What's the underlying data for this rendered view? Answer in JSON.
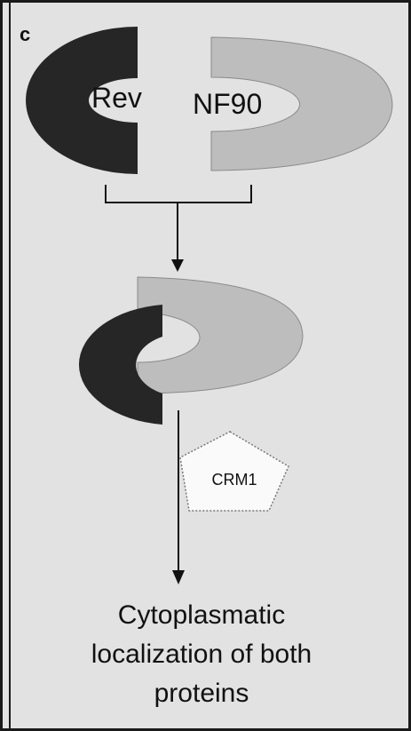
{
  "panel_letter": "c",
  "labels": {
    "rev": "Rev",
    "nf90": "NF90",
    "crm1": "CRM1",
    "outcome_line1": "Cytoplasmatic",
    "outcome_line2": "localization of both",
    "outcome_line3": "proteins"
  },
  "colors": {
    "background": "#e2e2e2",
    "rev": "#262626",
    "nf90": "#bdbdbd",
    "nf90_outline": "#8a8a8a",
    "crm1_fill": "#fafafa",
    "line": "#111111"
  }
}
